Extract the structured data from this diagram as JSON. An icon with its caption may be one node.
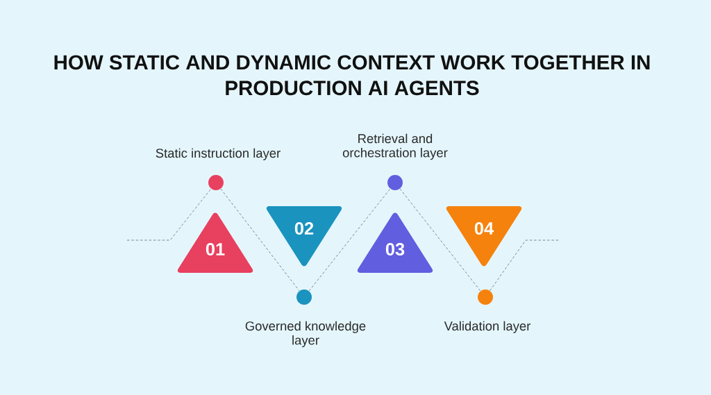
{
  "diagram": {
    "title": "HOW STATIC AND DYNAMIC CONTEXT WORK TOGETHER IN PRODUCTION AI AGENTS",
    "nodes": [
      {
        "text": [
          "01"
        ]
      },
      {
        "text": [],
        "shape": "circle",
        "beside": [
          "Static instruction layer"
        ]
      },
      {
        "text": [
          "02"
        ]
      },
      {
        "text": [],
        "shape": "circle",
        "beside": [
          "Governed knowledge layer"
        ]
      },
      {
        "text": [
          "03"
        ]
      },
      {
        "text": [],
        "shape": "circle",
        "beside": [
          "Retrieval and orchestration layer"
        ]
      },
      {
        "text": [
          "04"
        ]
      },
      {
        "text": [],
        "shape": "circle",
        "beside": [
          "Validation layer"
        ]
      }
    ],
    "edges": [
      {
        "from": null,
        "to": 1,
        "arrow": "none",
        "style": "dashed"
      },
      {
        "from": 1,
        "to": 3,
        "arrow": "none",
        "style": "dashed"
      },
      {
        "from": 3,
        "to": 5,
        "arrow": "none",
        "style": "dashed"
      },
      {
        "from": 5,
        "to": 7,
        "arrow": "none",
        "style": "dashed"
      },
      {
        "from": 7,
        "to": null,
        "arrow": "none",
        "style": "dashed"
      }
    ]
  }
}
